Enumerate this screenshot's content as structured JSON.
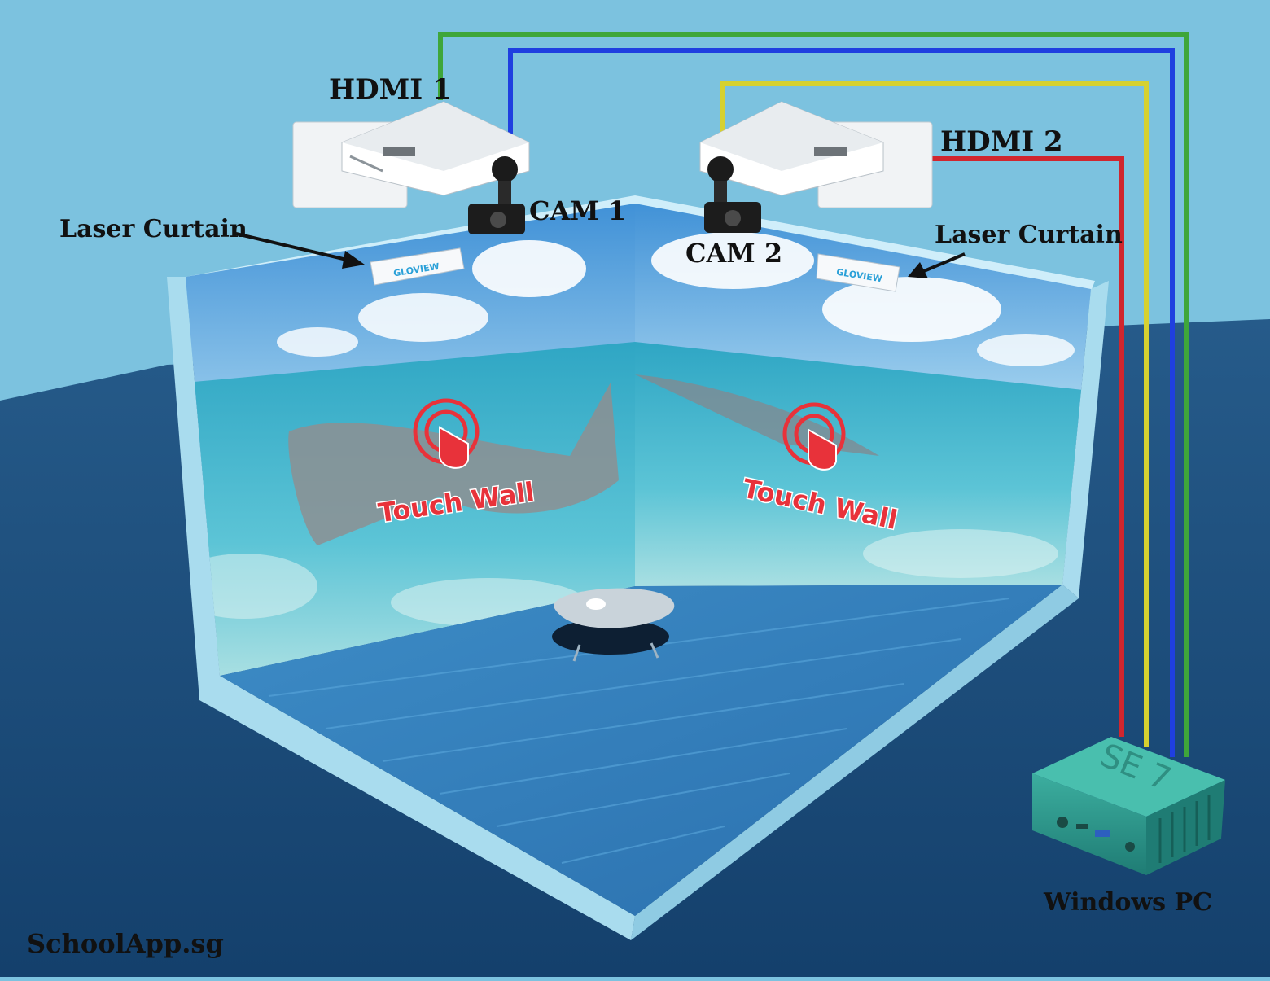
{
  "labels": {
    "hdmi1": "HDMI 1",
    "hdmi2": "HDMI 2",
    "cam1": "CAM 1",
    "cam2": "CAM 2",
    "laser_curtain_left": "Laser Curtain",
    "laser_curtain_right": "Laser Curtain",
    "touch_wall_left": "Touch Wall",
    "touch_wall_right": "Touch Wall",
    "windows_pc": "Windows PC",
    "credit": "SchoolApp.sg",
    "sensor_brand_left": "GLOVIEW",
    "sensor_brand_right": "GLOVIEW",
    "pc_brand": "SE 7"
  },
  "cables": [
    {
      "name": "green",
      "color": "#3fa63a"
    },
    {
      "name": "blue",
      "color": "#1f3fe0"
    },
    {
      "name": "yellow",
      "color": "#d6d130"
    },
    {
      "name": "red",
      "color": "#d0262e"
    }
  ],
  "colors": {
    "wall_bg": "#7cc2df",
    "floor_dark": "#1d4f7d",
    "room_floor": "#2f7fb8",
    "pc_body": "#2c9a8f",
    "touch_red": "#e8323a"
  }
}
